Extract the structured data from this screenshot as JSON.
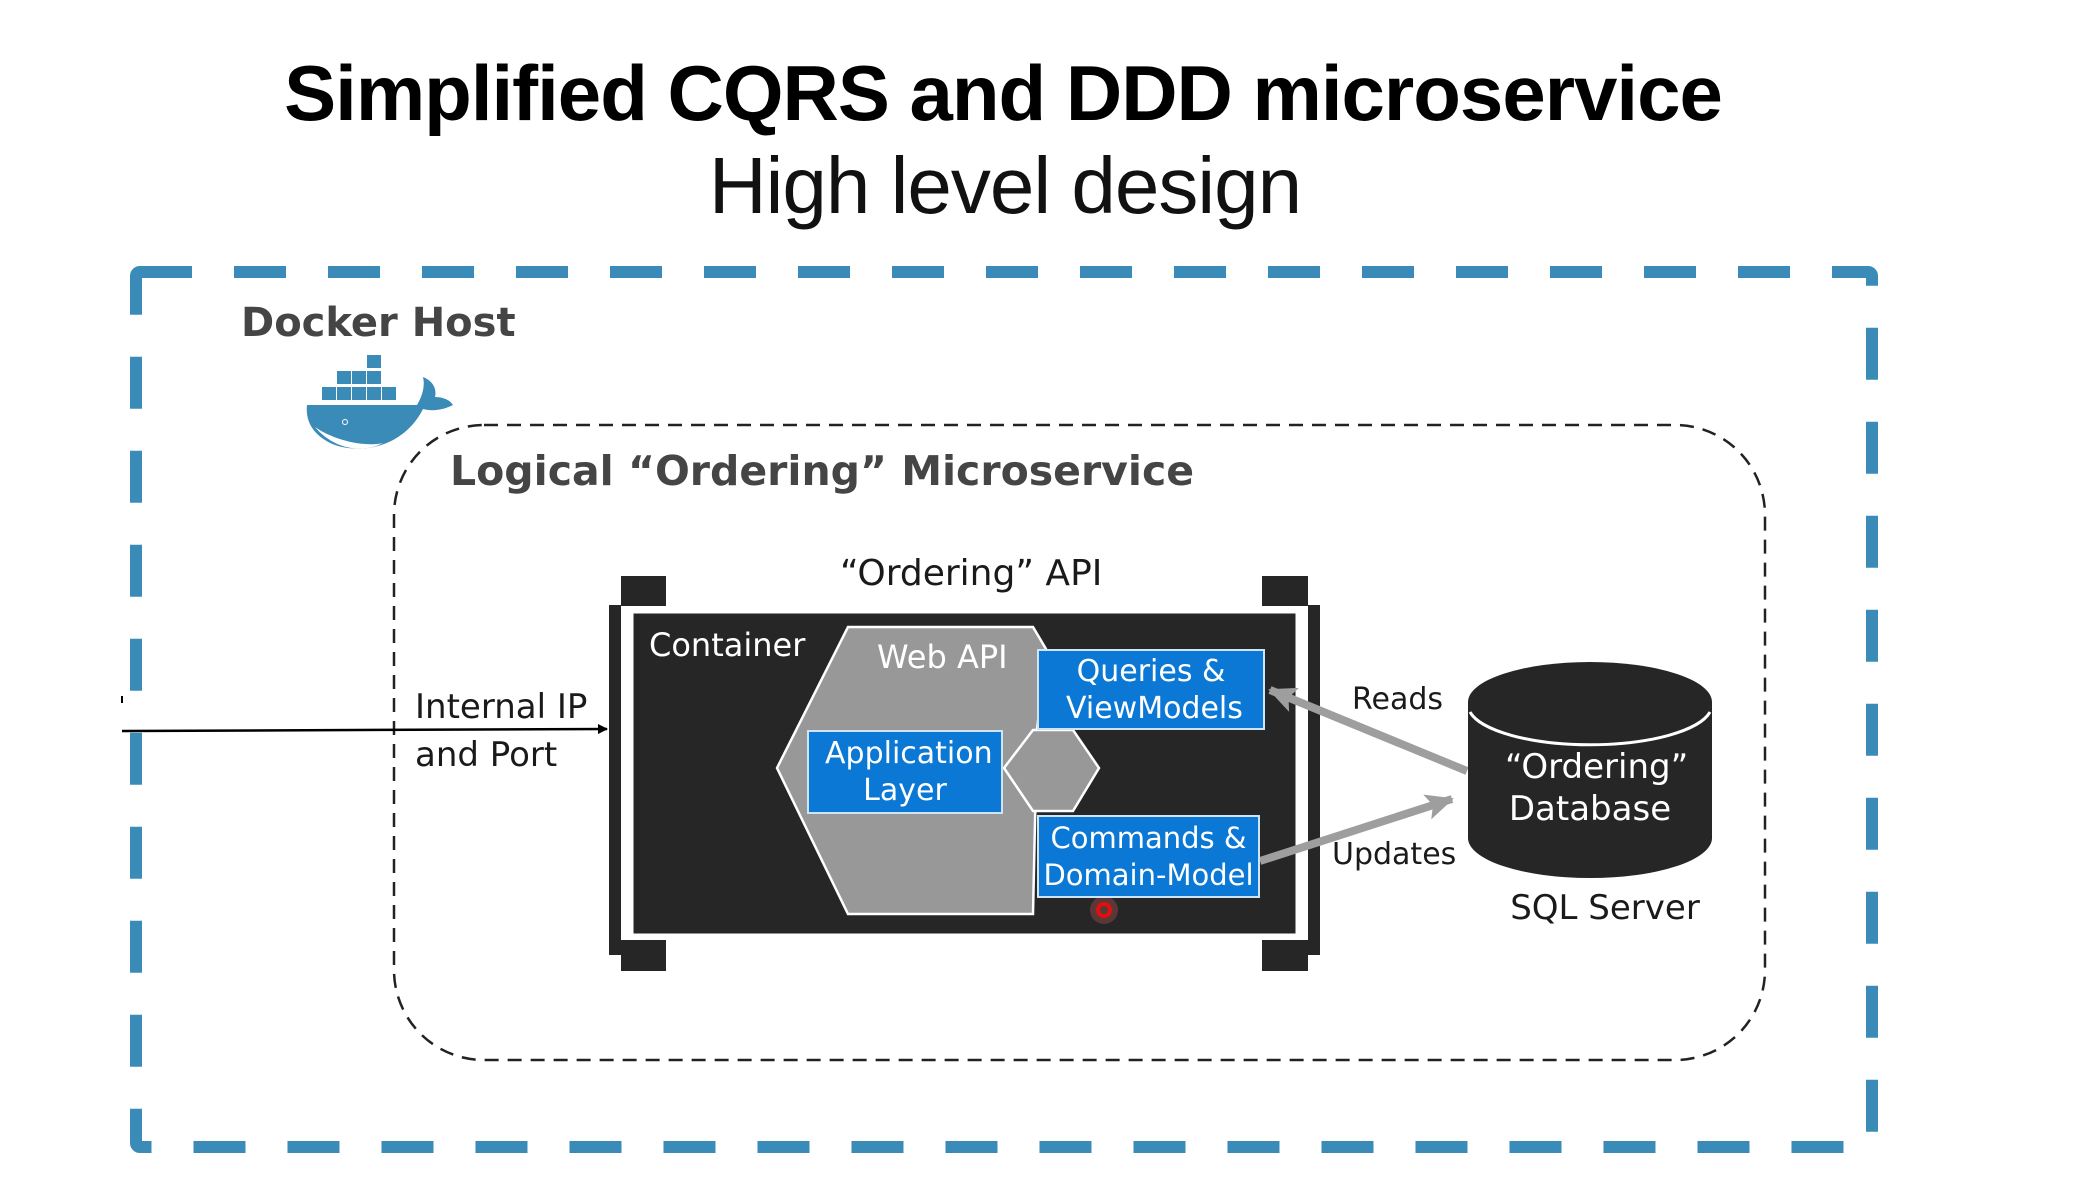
{
  "title": "Simplified CQRS and DDD microservice",
  "subtitle": "High level design",
  "docker_host": {
    "label": "Docker Host",
    "icon": "docker-whale-icon",
    "border_color": "#3a8bb7"
  },
  "microservice": {
    "label": "Logical “Ordering” Microservice"
  },
  "api": {
    "label": "“Ordering” API",
    "container_label": "Container",
    "web_api_label": "Web API",
    "boxes": {
      "queries": "Queries & ViewModels",
      "application": "Application Layer",
      "commands": "Commands & Domain-Model"
    },
    "box_color": "#0a78d4"
  },
  "entry": {
    "label": "Internal IP and Port"
  },
  "database": {
    "label": "“Ordering” Database",
    "server": "SQL Server"
  },
  "flows": {
    "reads": "Reads",
    "updates": "Updates"
  }
}
